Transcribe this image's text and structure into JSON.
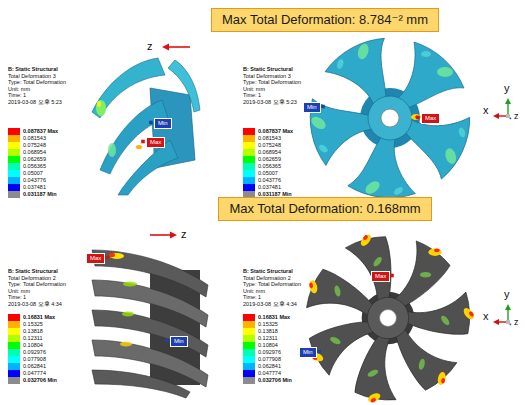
{
  "diagram": {
    "nodes": [
      {
        "text": [
          "Max Total Deformation: 8.784⁻² mm"
        ]
      },
      {
        "text": [
          "Min"
        ]
      },
      {
        "text": [
          "Max"
        ]
      },
      {
        "text": [
          "Min"
        ]
      },
      {
        "text": [
          "Max"
        ]
      },
      {
        "text": [
          "Max Total Deformation: 0.168mm"
        ]
      },
      {
        "text": [
          "Max"
        ]
      },
      {
        "text": [
          "Min"
        ]
      },
      {
        "text": [
          "Max"
        ]
      },
      {
        "text": [
          "Min"
        ]
      }
    ],
    "labels": [
      "B: Static Structural",
      "Total Deformation 3",
      "Type: Total Deformation",
      "Unit: mm",
      "Time: 1",
      "2019-03-08 오후 5:23",
      "z",
      "B: Static Structural",
      "Total Deformation 3",
      "Type: Total Deformation",
      "Unit: mm",
      "Time: 1",
      "2019-03-08 오후 5:23",
      "y",
      "x",
      "z",
      "B: Static Structural",
      "Total Deformation 2",
      "Type: Total Deformation",
      "Unit: mm",
      "Time: 1",
      "2019-03-08 오후 4:34",
      "z",
      "B: Static Structural",
      "Total Deformation 2",
      "Type: Total Deformation",
      "Unit: mm",
      "Time: 1",
      "2019-03-08 오후 4:34",
      "y",
      "x",
      "z"
    ],
    "legend": [
      {
        "text": "0.087837 Max",
        "color": "#ff0000"
      },
      {
        "text": "0.081543",
        "color": "#ffb200"
      },
      {
        "text": "0.075248",
        "color": "#ffff00"
      },
      {
        "text": "0.068954",
        "color": "#b2ff00"
      },
      {
        "text": "0.062659",
        "color": "#00ff00"
      },
      {
        "text": "0.056365",
        "color": "#00ffb2"
      },
      {
        "text": "0.05007",
        "color": "#00ffff"
      },
      {
        "text": "0.043776",
        "color": "#00b2ff"
      },
      {
        "text": "0.037481",
        "color": "#0000ff"
      },
      {
        "text": "0.031187 Min",
        "color": "#8c8c8c"
      },
      {
        "text": "0.087837 Max",
        "color": "#ff0000"
      },
      {
        "text": "0.081543",
        "color": "#ffb200"
      },
      {
        "text": "0.075248",
        "color": "#ffff00"
      },
      {
        "text": "0.068954",
        "color": "#b2ff00"
      },
      {
        "text": "0.062659",
        "color": "#00ff00"
      },
      {
        "text": "0.056365",
        "color": "#00ffb2"
      },
      {
        "text": "0.05007",
        "color": "#00ffff"
      },
      {
        "text": "0.043776",
        "color": "#00b2ff"
      },
      {
        "text": "0.037481",
        "color": "#0000ff"
      },
      {
        "text": "0.031187 Min",
        "color": "#8c8c8c"
      },
      {
        "text": "0.16831 Max",
        "color": "#ff0000"
      },
      {
        "text": "0.15325",
        "color": "#ffb200"
      },
      {
        "text": "0.13818",
        "color": "#ffff00"
      },
      {
        "text": "0.12311",
        "color": "#b2ff00"
      },
      {
        "text": "0.10804",
        "color": "#00ff00"
      },
      {
        "text": "0.092976",
        "color": "#00ffb2"
      },
      {
        "text": "0.077908",
        "color": "#00ffff"
      },
      {
        "text": "0.062841",
        "color": "#00b2ff"
      },
      {
        "text": "0.047774",
        "color": "#0000ff"
      },
      {
        "text": "0.032706 Min",
        "color": "#8c8c8c"
      },
      {
        "text": "0.16831 Max",
        "color": "#ff0000"
      },
      {
        "text": "0.15325",
        "color": "#ffb200"
      },
      {
        "text": "0.13818",
        "color": "#ffff00"
      },
      {
        "text": "0.12311",
        "color": "#b2ff00"
      },
      {
        "text": "0.10804",
        "color": "#00ff00"
      },
      {
        "text": "0.092976",
        "color": "#00ffb2"
      },
      {
        "text": "0.077908",
        "color": "#00ffff"
      },
      {
        "text": "0.062841",
        "color": "#00b2ff"
      },
      {
        "text": "0.047774",
        "color": "#0000ff"
      },
      {
        "text": "0.032706 Min",
        "color": "#8c8c8c"
      }
    ]
  }
}
